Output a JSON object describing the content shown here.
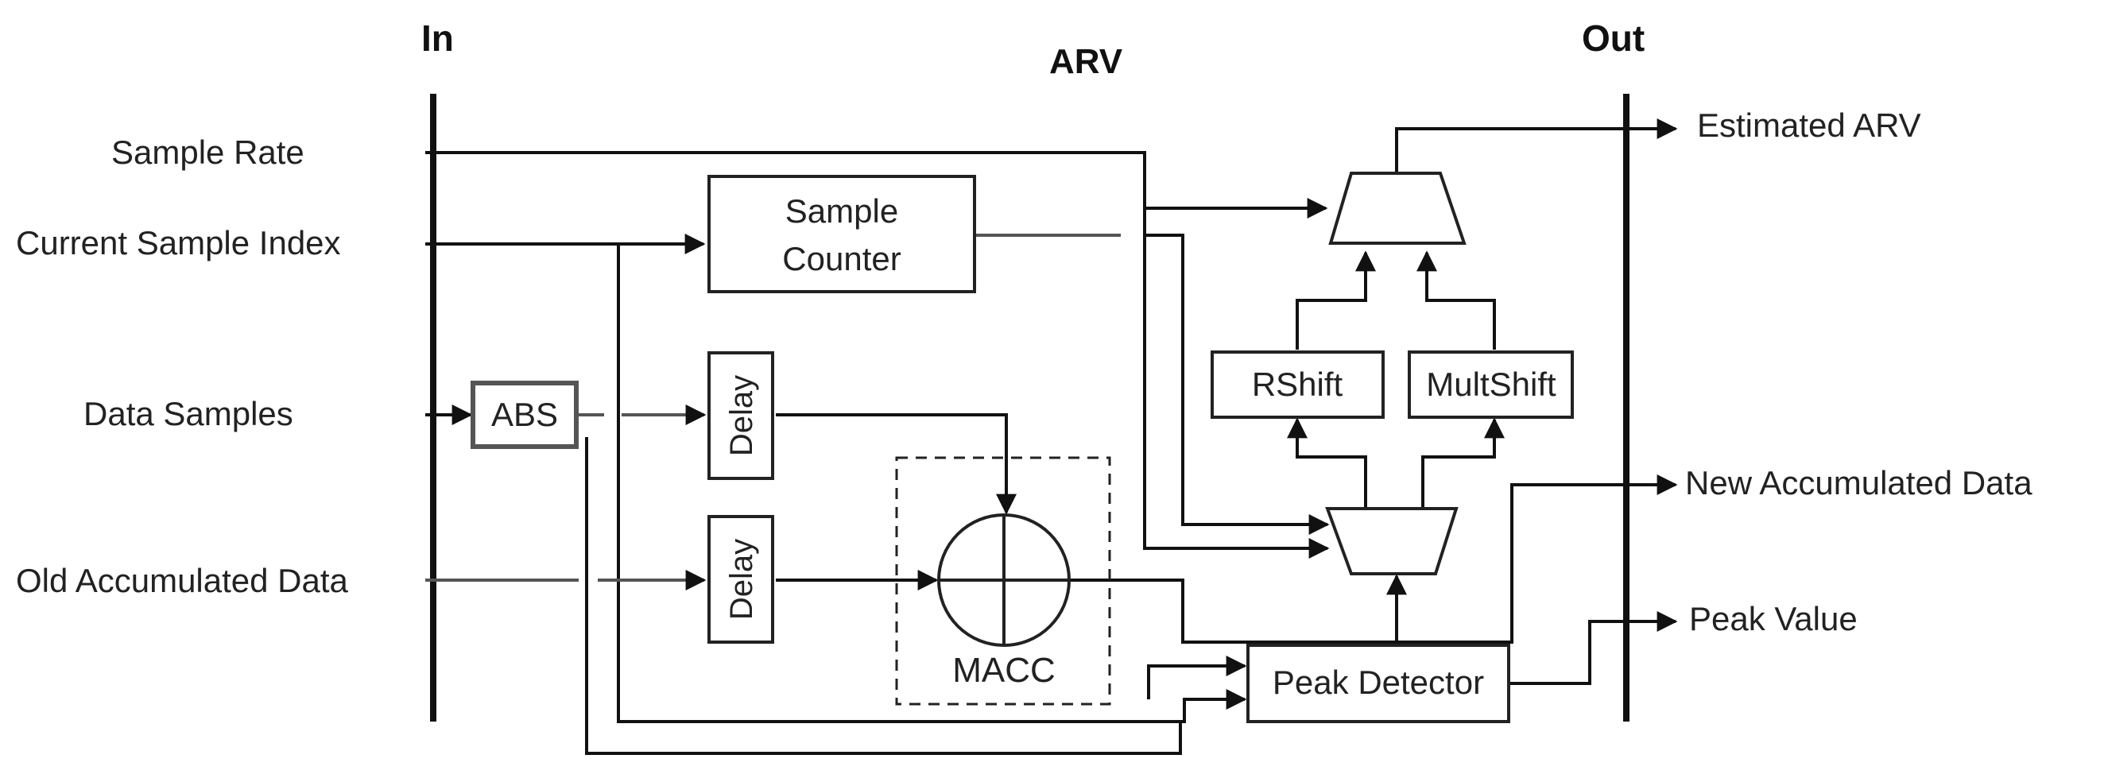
{
  "columns": {
    "in": "In",
    "block": "ARV",
    "out": "Out"
  },
  "inputs": {
    "sample_rate": "Sample Rate",
    "current_sample_index": "Current Sample Index",
    "data_samples": "Data Samples",
    "old_accumulated_data": "Old Accumulated Data"
  },
  "blocks": {
    "abs": "ABS",
    "sample_counter_line1": "Sample",
    "sample_counter_line2": "Counter",
    "delay_1": "Delay",
    "delay_2": "Delay",
    "macc": "MACC",
    "rshift": "RShift",
    "multshift": "MultShift",
    "peak_detector": "Peak Detector"
  },
  "outputs": {
    "estimated_arv": "Estimated ARV",
    "new_accumulated_data": "New Accumulated Data",
    "peak_value": "Peak Value"
  }
}
